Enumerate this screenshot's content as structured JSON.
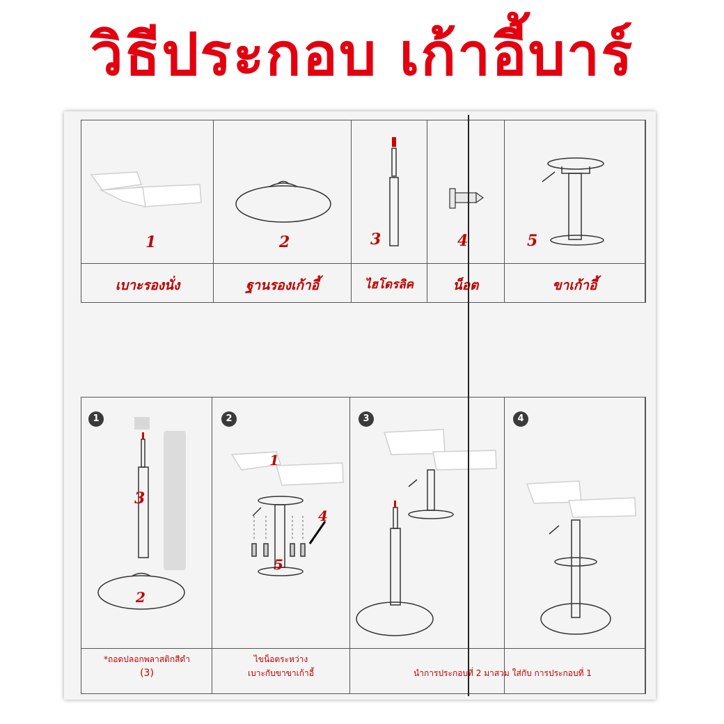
{
  "title": "วิธีประกอบ เก้าอี้บาร์",
  "parts": [
    {
      "number": "1",
      "label": "เบาะรองนั่ง"
    },
    {
      "number": "2",
      "label": "ฐานรองเก้าอี้"
    },
    {
      "number": "3",
      "label": "ไฮโดรลิค"
    },
    {
      "number": "4",
      "label": "น็อต"
    },
    {
      "number": "5",
      "label": "ขาเก้าอี้"
    }
  ],
  "steps": [
    {
      "badge": "1",
      "marks": [
        "3",
        "2"
      ],
      "caption_line1": "*ถอดปลอกพลาสติกสีดำ",
      "caption_line2": "(3)"
    },
    {
      "badge": "2",
      "marks": [
        "1",
        "4",
        "5"
      ],
      "caption_line1": "ไขน็อตระหว่าง",
      "caption_line2": "เบาะกับขาขาเก้าอี้"
    },
    {
      "badge": "3",
      "marks": [],
      "caption_line1": "นำการประกอบที่ 2 มาสวม ใส่กับ การประกอบที่ 1",
      "caption_line2": ""
    },
    {
      "badge": "4",
      "marks": [],
      "caption_line1": "",
      "caption_line2": ""
    }
  ],
  "colors": {
    "title": "#e3000f",
    "label": "#c00000",
    "line": "#555555"
  }
}
